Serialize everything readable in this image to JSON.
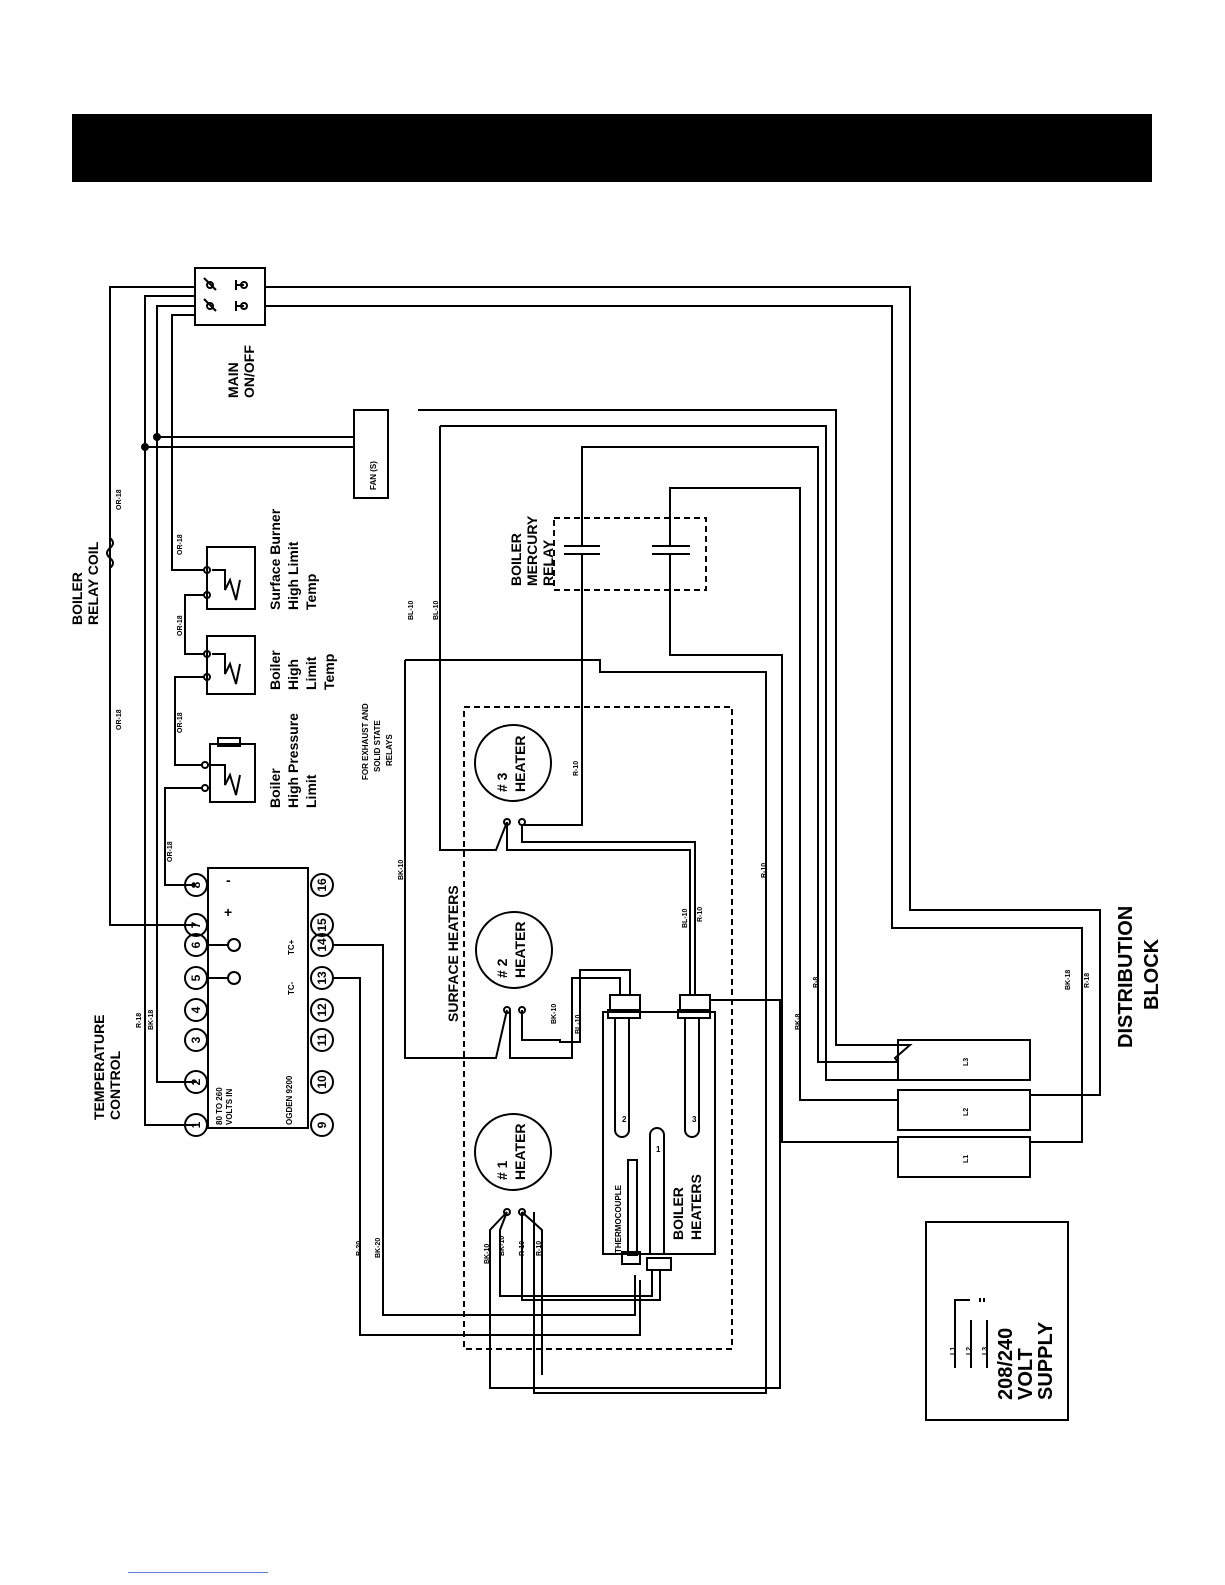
{
  "header": {
    "title": ""
  },
  "labels": {
    "main_switch": [
      "MAIN",
      "ON/OFF"
    ],
    "fans": "FAN (S)",
    "boiler_relay_coil": [
      "BOILER",
      "RELAY COIL"
    ],
    "mercury_relay": [
      "BOILER",
      "MERCURY",
      "RELAY"
    ],
    "surface_burner_limit": [
      "Surface Burner",
      "High Limit",
      "Temp"
    ],
    "boiler_high_limit": [
      "Boiler",
      "High",
      "Limit",
      "Temp"
    ],
    "boiler_pressure_limit": [
      "Boiler",
      "High Pressure",
      "Limit"
    ],
    "exhaust_note": [
      "FOR EXHAUST AND",
      "SOLID STATE",
      "RELAYS"
    ],
    "temperature_control": [
      "TEMPERATURE",
      "CONTROL"
    ],
    "control_model": "OGDEN 9200",
    "control_voltage": [
      "80 TO 260",
      "VOLTS IN"
    ],
    "plus": "+",
    "minus": "-",
    "tc_plus": "TC+",
    "tc_minus": "TC-",
    "surface_heaters": "SURFACE HEATERS",
    "heater_1": [
      "# 1",
      "HEATER"
    ],
    "heater_2": [
      "# 2",
      "HEATER"
    ],
    "heater_3": [
      "# 3",
      "HEATER"
    ],
    "thermocouple": "THERMOCOUPLE",
    "boiler_heaters": [
      "BOILER",
      "HEATERS"
    ],
    "element_1": "1",
    "element_2": "2",
    "element_3": "3",
    "distribution_block": [
      "DISTRIBUTION",
      "BLOCK"
    ],
    "l1": "L1",
    "l2": "L2",
    "l3": "L3",
    "supply": [
      "208/240",
      "VOLT",
      "SUPPLY"
    ],
    "supply_l1": "L1",
    "supply_l2": "L2",
    "supply_l3": "L3"
  },
  "terminals_top": [
    "1",
    "2",
    "3",
    "4",
    "5",
    "6",
    "7",
    "8"
  ],
  "terminals_bottom": [
    "9",
    "10",
    "11",
    "12",
    "13",
    "14",
    "15",
    "16"
  ],
  "wire_codes": {
    "or18_a": "OR-18",
    "or18_b": "OR-18",
    "or18_c": "OR-18",
    "or18_d": "OR-18",
    "or18_e": "OR-18",
    "or18_f": "OR-18",
    "r18_ctrl": "R-18",
    "bk18_ctrl": "BK-18",
    "bl10_a": "BL-10",
    "bl10_b": "BL-10",
    "bk10_a": "BK-10",
    "r10_a": "R-10",
    "r10_b": "R-10",
    "bl10_c": "BL-10",
    "r10_c": "R-10",
    "bk10_b": "BK-10",
    "bl10_d": "BL-10",
    "bk18_dist": "BK-18",
    "r18_dist": "R-18",
    "r8": "R-8",
    "bk8": "BK-8",
    "r20": "R-20",
    "bk20": "BK-20",
    "bk10_c": "BK-10",
    "bk10_d": "BK-10",
    "r10_d": "R-10",
    "r10_e": "R-10"
  }
}
